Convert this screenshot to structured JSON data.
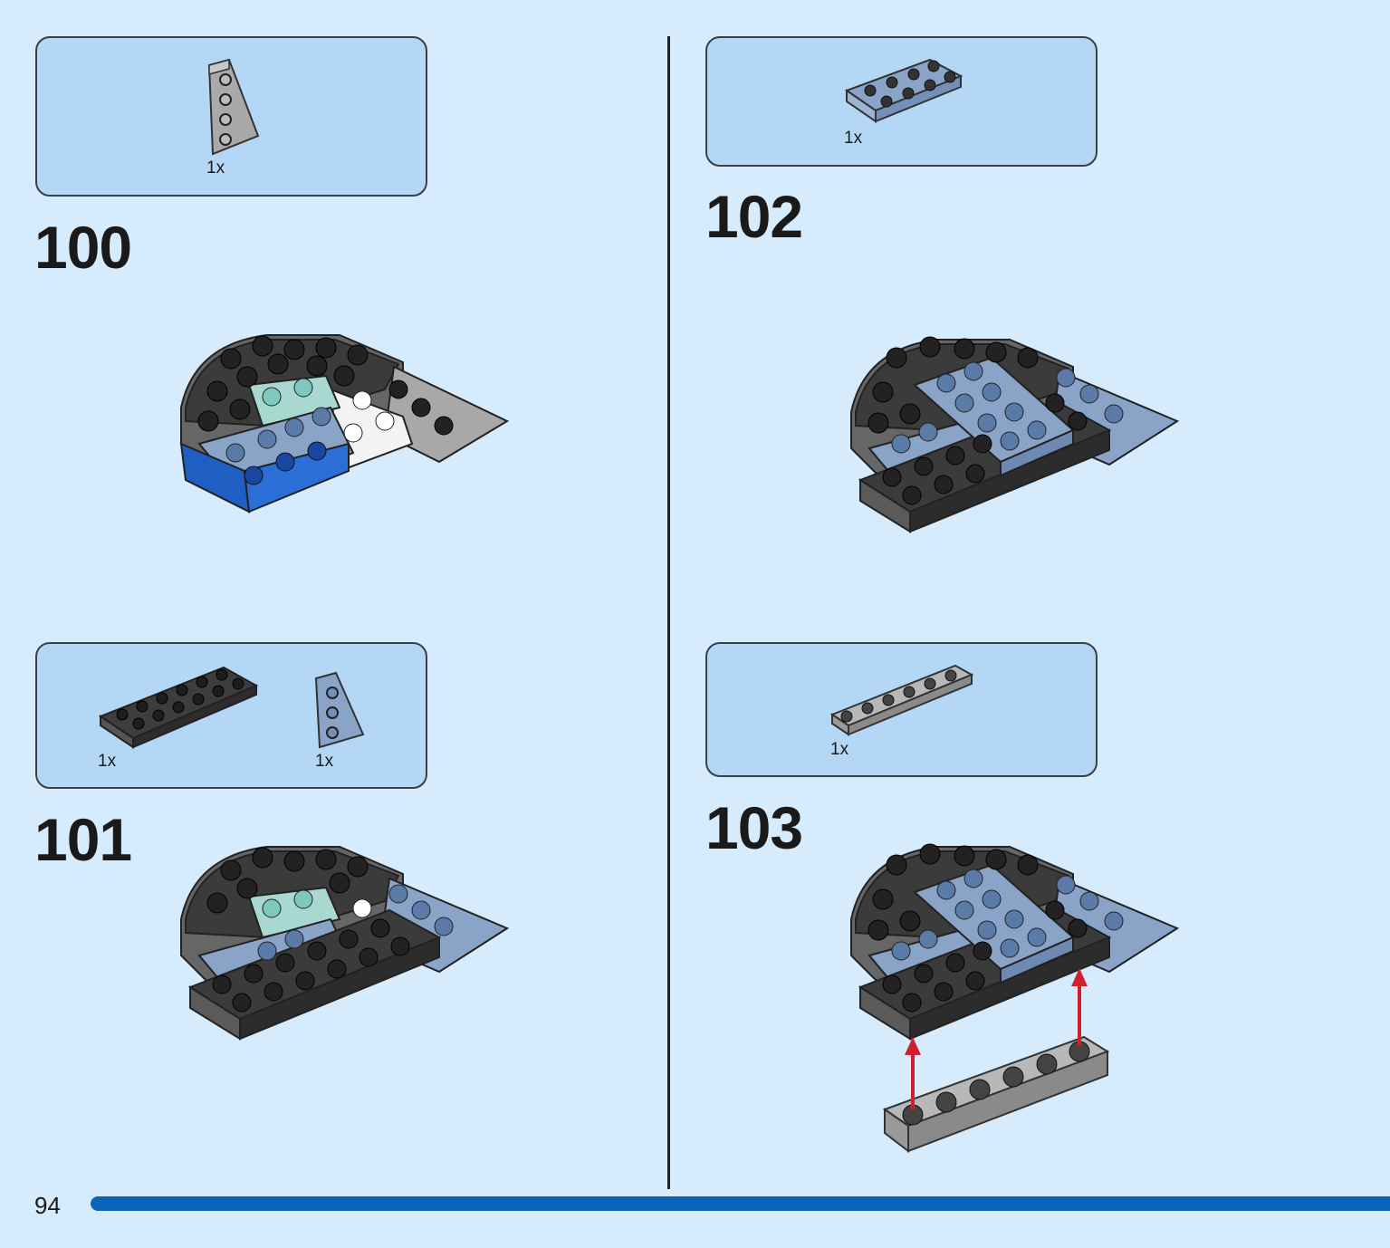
{
  "page": {
    "number": "94",
    "progress_fraction": 1.0
  },
  "colors": {
    "background": "#d6ebfb",
    "parts_box": "#b3d7f5",
    "progress": "#0b64b8",
    "black_brick": "#3a3a3a",
    "sand_blue": "#8aa4c8",
    "light_gray": "#a8a8a8",
    "blue": "#1f5fc4",
    "arrow": "#d02030"
  },
  "steps": [
    {
      "number": "100",
      "parts": [
        {
          "quantity": "1x",
          "icon": "wedge-plate-light-gray-icon"
        }
      ]
    },
    {
      "number": "101",
      "parts": [
        {
          "quantity": "1x",
          "icon": "plate-2x6-black-icon"
        },
        {
          "quantity": "1x",
          "icon": "wedge-plate-sand-blue-icon"
        }
      ]
    },
    {
      "number": "102",
      "parts": [
        {
          "quantity": "1x",
          "icon": "plate-2x4-sand-blue-icon"
        }
      ]
    },
    {
      "number": "103",
      "parts": [
        {
          "quantity": "1x",
          "icon": "plate-1x6-light-gray-icon"
        }
      ]
    }
  ]
}
